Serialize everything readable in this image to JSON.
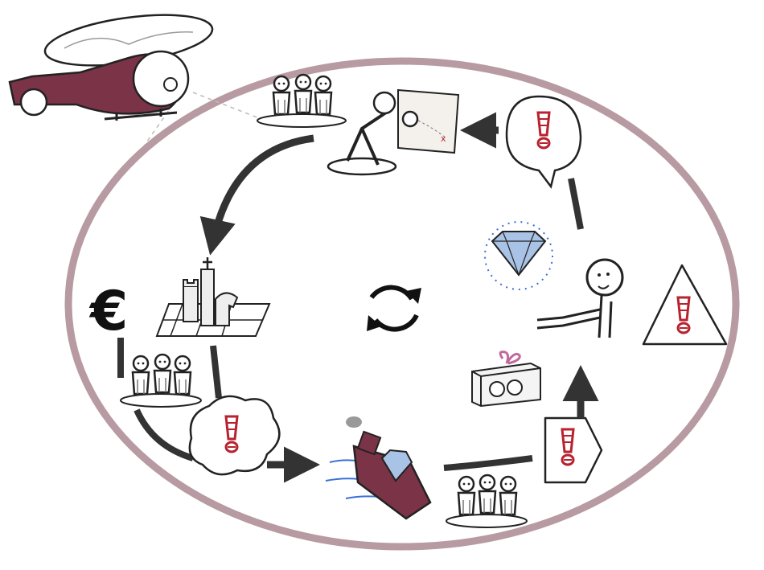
{
  "diagram": {
    "type": "cycle-illustration",
    "colors": {
      "ellipse": "#b79aa2",
      "arrow": "#333333",
      "accent": "#b8222f",
      "helicopter": "#7a3347",
      "ship": "#7a3347",
      "diamond": "#a9c3e6",
      "water": "#3b6fd8",
      "gift_bow": "#c06a9c"
    },
    "center_icon": "refresh-icon",
    "currency_symbol": "€",
    "nodes": [
      {
        "id": "helicopter",
        "icon": "helicopter-icon"
      },
      {
        "id": "explorer",
        "icon": "explorer-with-map-icon"
      },
      {
        "id": "alert-speech",
        "icon": "exclamation-speech-bubble-icon"
      },
      {
        "id": "diamond-person",
        "icon": "person-with-diamond-icon"
      },
      {
        "id": "warning",
        "icon": "warning-triangle-icon"
      },
      {
        "id": "gift",
        "icon": "gift-box-gears-icon"
      },
      {
        "id": "alert-tag",
        "icon": "exclamation-tag-icon"
      },
      {
        "id": "team-bottom",
        "icon": "group-of-people-icon"
      },
      {
        "id": "ship",
        "icon": "cargo-ship-with-diamond-icon"
      },
      {
        "id": "alert-cloud",
        "icon": "exclamation-cloud-icon"
      },
      {
        "id": "team-left",
        "icon": "group-of-people-icon"
      },
      {
        "id": "euro",
        "icon": "euro-icon"
      },
      {
        "id": "chess",
        "icon": "chess-board-icon"
      },
      {
        "id": "team-top",
        "icon": "group-of-people-icon"
      }
    ]
  }
}
